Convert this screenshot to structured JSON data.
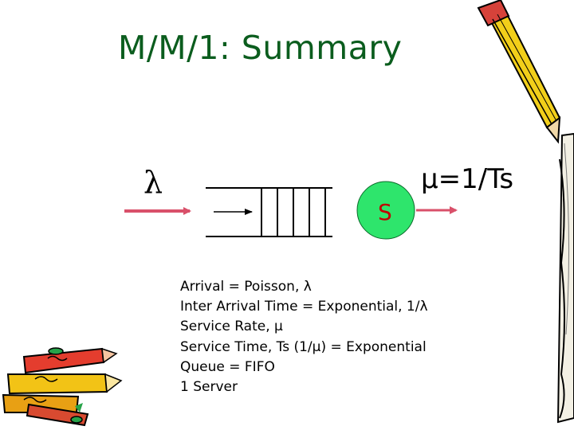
{
  "title": "M/M/1: Summary",
  "arrival_symbol": "λ",
  "service_label": "μ=1/Ts",
  "server_label": "S",
  "bullets": [
    "Arrival = Poisson, λ",
    "Inter Arrival Time = Exponential, 1/λ",
    "Service Rate, μ",
    "Service Time, Ts (1/μ) = Exponential",
    "Queue = FIFO",
    "1 Server"
  ],
  "colors": {
    "title": "#0b5d1e",
    "arrow": "#d9506a",
    "server_fill": "#2ee56c",
    "server_text": "#c00000"
  },
  "icons": [
    "pencil-clipart-icon",
    "crayons-clipart-icon",
    "pencil-edge-clipart-icon"
  ]
}
